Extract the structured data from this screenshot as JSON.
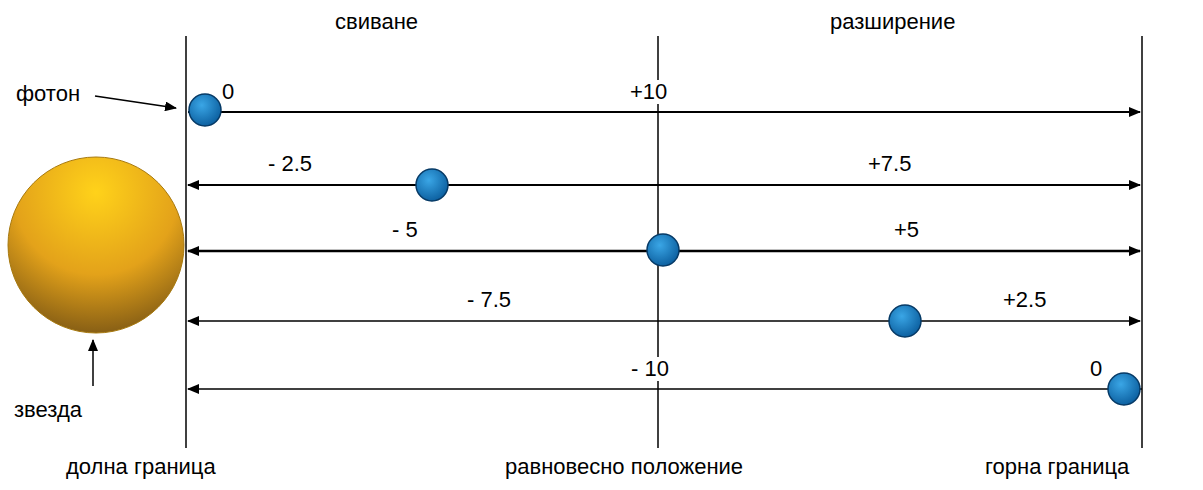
{
  "diagram": {
    "labels": [
      "свиване",
      "разширение",
      "фотон",
      "0",
      "+10",
      "- 2.5",
      "+7.5",
      "- 5",
      "+5",
      "- 7.5",
      "+2.5",
      "- 10",
      "0",
      "звезда",
      "долна граница",
      "равновесно положение",
      "горна граница"
    ]
  }
}
